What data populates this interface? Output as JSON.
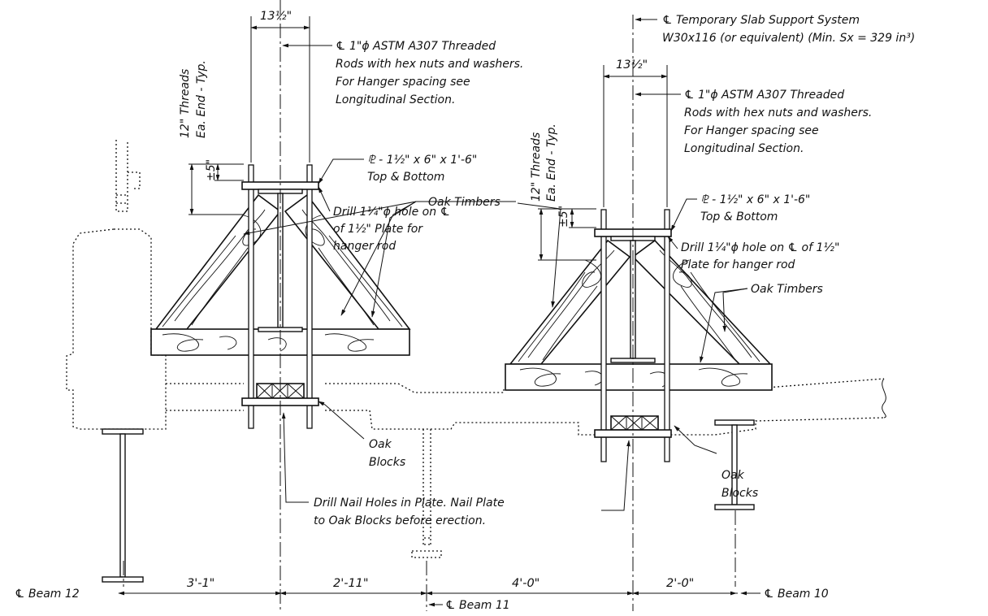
{
  "labels": {
    "temp_support_1": "℄ Temporary Slab Support System",
    "temp_support_2": "W30x116 (or equivalent) (Min. Sx = 329 in³)",
    "rods_left_1": "℄ 1\"ϕ ASTM A307 Threaded",
    "rods_left_2": "Rods with hex nuts and washers.",
    "rods_left_3": "For Hanger spacing see",
    "rods_left_4": "Longitudinal Section.",
    "rods_right_1": "℄ 1\"ϕ ASTM A307 Threaded",
    "rods_right_2": "Rods with hex nuts and washers.",
    "rods_right_3": "For Hanger spacing see",
    "rods_right_4": "Longitudinal Section.",
    "plate_left_1": "⅊ - 1½\" x 6\" x 1'-6\"",
    "plate_left_2": "Top & Bottom",
    "plate_right_1": "⅊ - 1½\" x 6\" x 1'-6\"",
    "plate_right_2": "Top & Bottom",
    "drill_left_1": "Drill 1¼\"ϕ hole on ℄",
    "drill_left_2": "of 1½\" Plate for",
    "drill_left_3": "hanger rod",
    "drill_right_1": "Drill 1¼\"ϕ hole on ℄ of 1½\"",
    "drill_right_2": "Plate for hanger rod",
    "oak_timbers_left": "Oak Timbers",
    "oak_timbers_right": "Oak Timbers",
    "oak_blocks_left_1": "Oak",
    "oak_blocks_left_2": "Blocks",
    "oak_blocks_right_1": "Oak",
    "oak_blocks_right_2": "Blocks",
    "nail_1": "Drill Nail Holes in Plate.  Nail Plate",
    "nail_2": "to Oak Blocks before erection.",
    "threads_left_1": "12\" Threads",
    "threads_left_2": "Ea. End - Typ.",
    "threads_right_1": "12\" Threads",
    "threads_right_2": "Ea. End - Typ.",
    "plus5_left": "±5\"",
    "plus5_right": "±5\"",
    "width_left": "13½\"",
    "width_right": "13½\"",
    "beam12": "℄ Beam 12",
    "beam11": "℄ Beam 11",
    "beam10": "℄ Beam 10",
    "dim_1": "3'-1\"",
    "dim_2": "2'-11\"",
    "dim_3": "4'-0\"",
    "dim_4": "2'-0\""
  }
}
